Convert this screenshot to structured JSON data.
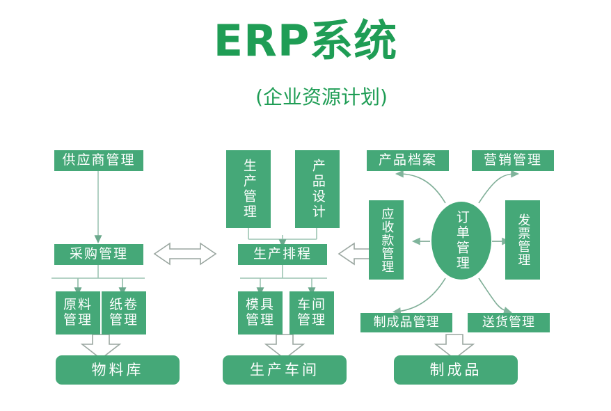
{
  "header": {
    "title": "ERP系统",
    "subtitle": "(企业资源计划)",
    "title_color": "#1f9d55"
  },
  "theme": {
    "node_fill": "#45a878",
    "node_text": "#ffffff",
    "connector_line": "#8fbfa6",
    "hollow_arrow_stroke": "#9aa6a0",
    "background": "#ffffff"
  },
  "diagram": {
    "type": "flowchart",
    "columns": [
      {
        "name": "procurement-branch",
        "nodes": [
          "供应商管理",
          "采购管理",
          "原料管理",
          "纸卷管理",
          "物料库"
        ]
      },
      {
        "name": "production-branch",
        "nodes": [
          "生产管理",
          "产品设计",
          "生产排程",
          "模具管理",
          "车间管理",
          "生产车间"
        ]
      },
      {
        "name": "order-branch",
        "nodes": [
          "产品档案",
          "营销管理",
          "应收款管理",
          "订单管理",
          "发票管理",
          "制成品管理",
          "送货管理",
          "制成品"
        ]
      }
    ],
    "nodes": {
      "supplier_mgmt": "供应商管理",
      "purchase_mgmt": "采购管理",
      "raw_material_mgmt": "原料管理",
      "paper_roll_mgmt": "纸卷管理",
      "material_warehouse": "物料库",
      "production_mgmt": "生产管理",
      "product_design": "产品设计",
      "production_schedule": "生产排程",
      "mold_mgmt": "模具管理",
      "workshop_mgmt": "车间管理",
      "production_workshop": "生产车间",
      "product_archive": "产品档案",
      "marketing_mgmt": "营销管理",
      "receivables_mgmt": "应收款管理",
      "order_mgmt": "订单管理",
      "invoice_mgmt": "发票管理",
      "finished_goods_mgmt": "制成品管理",
      "delivery_mgmt": "送货管理",
      "finished_goods": "制成品"
    },
    "connections": [
      {
        "from": "供应商管理",
        "to": "采购管理",
        "style": "thin-arrow-down"
      },
      {
        "from": "采购管理",
        "to": "原料管理",
        "style": "thin-arrow-down"
      },
      {
        "from": "采购管理",
        "to": "纸卷管理",
        "style": "thin-arrow-down"
      },
      {
        "from": "原料管理/纸卷管理",
        "to": "物料库",
        "style": "hollow-arrow-down"
      },
      {
        "from": "生产管理",
        "to": "生产排程",
        "style": "thin-arrow-down"
      },
      {
        "from": "产品设计",
        "to": "生产排程",
        "style": "thin-arrow-down"
      },
      {
        "from": "生产排程",
        "to": "模具管理",
        "style": "thin-arrow-down"
      },
      {
        "from": "生产排程",
        "to": "车间管理",
        "style": "thin-arrow-down"
      },
      {
        "from": "模具管理/车间管理",
        "to": "生产车间",
        "style": "hollow-arrow-down"
      },
      {
        "from": "采购管理",
        "to": "生产排程",
        "style": "hollow-double-arrow"
      },
      {
        "from": "生产排程",
        "to": "应收款管理",
        "style": "hollow-double-arrow"
      },
      {
        "from": "订单管理",
        "to": "应收款管理",
        "style": "thin-arrow-left"
      },
      {
        "from": "订单管理",
        "to": "发票管理",
        "style": "thin-arrow-right"
      },
      {
        "from": "订单管理",
        "to": "产品档案",
        "style": "curved-arrow-up-left"
      },
      {
        "from": "订单管理",
        "to": "营销管理",
        "style": "curved-arrow-up-right"
      },
      {
        "from": "订单管理",
        "to": "制成品管理",
        "style": "curved-arrow-down-left"
      },
      {
        "from": "订单管理",
        "to": "送货管理",
        "style": "curved-arrow-down-right"
      },
      {
        "from": "制成品管理/送货管理",
        "to": "制成品",
        "style": "hollow-arrow-down"
      }
    ]
  }
}
